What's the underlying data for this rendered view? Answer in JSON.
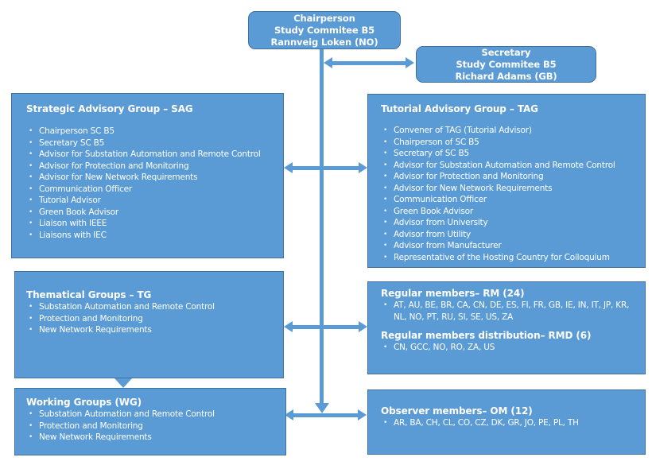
{
  "colors": {
    "box_fill": "#5B9BD5",
    "box_border": "#41719C",
    "arrow": "#5B9BD5",
    "text": "#FFFFFF",
    "background": "#FFFFFF"
  },
  "chairperson_box": {
    "lines": [
      "Chairperson",
      "Study Commitee B5",
      "Rannveig Loken (NO)"
    ]
  },
  "secretary_box": {
    "lines": [
      "Secretary",
      "Study Commitee B5",
      "Richard Adams (GB)"
    ]
  },
  "sag": {
    "title": "Strategic Advisory Group – SAG",
    "items": [
      "Chairperson SC B5",
      "Secretary SC B5",
      "Advisor for Substation Automation and Remote Control",
      "Advisor for Protection and Monitoring",
      "Advisor for New Network Requirements",
      "Communication Officer",
      "Tutorial Advisor",
      "Green Book Advisor",
      "Liaison with IEEE",
      "Liaisons with IEC"
    ]
  },
  "tag": {
    "title": "Tutorial Advisory Group – TAG",
    "items": [
      "Convener of TAG (Tutorial Advisor)",
      "Chairperson of SC B5",
      "Secretary of SC B5",
      "Advisor for Substation Automation and Remote Control",
      "Advisor for Protection and Monitoring",
      "Advisor for New Network Requirements",
      "Communication Officer",
      "Green Book Advisor",
      "Advisor from University",
      "Advisor from Utility",
      "Advisor from Manufacturer",
      "Representative of the Hosting Country for Colloquium"
    ]
  },
  "tg": {
    "title": "Thematical Groups – TG",
    "items": [
      "Substation Automation and Remote Control",
      "Protection and Monitoring",
      "New Network Requirements"
    ]
  },
  "rm": {
    "title": "Regular members– RM (24)",
    "items": [
      "AT, AU, BE, BR, CA, CN, DE, ES, FI, FR, GB, IE, IN, IT, JP, KR, NL, NO, PT, RU, SI, SE, US, ZA"
    ]
  },
  "rmd": {
    "title": "Regular members distribution– RMD (6)",
    "items": [
      "CN, GCC, NO, RO, ZA, US"
    ]
  },
  "wg": {
    "title": "Working Groups (WG)",
    "items": [
      "Substation Automation and Remote Control",
      "Protection and Monitoring",
      "New Network Requirements"
    ]
  },
  "om": {
    "title": "Observer members– OM (12)",
    "items": [
      "AR, BA, CH, CL, CO, CZ, DK, GR, JO, PE, PL, TH"
    ]
  }
}
